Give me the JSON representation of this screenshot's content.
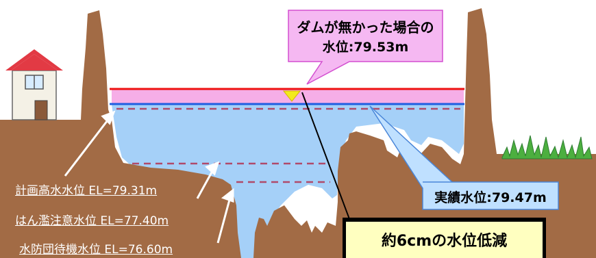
{
  "callouts": {
    "no_dam": {
      "line1": "ダムが無かった場合の",
      "line2_prefix": "水位",
      "line2_value": ":79.53m",
      "fill": "#f5b8f2",
      "border": "#d34fd0"
    },
    "actual": {
      "prefix": "実績水位",
      "value": ":79.47m",
      "fill": "#bfe0ff",
      "border": "#4a86d8"
    },
    "reduction": {
      "text": "約6cmの水位低減",
      "fill": "#ffffc0",
      "border": "#000000"
    }
  },
  "levels": {
    "planned_high": "計画高水水位 EL=79.31m",
    "flood_caution": "はん濫注意水位 EL=77.40m",
    "flood_standby": "水防団待機水位 EL=76.60m"
  },
  "colors": {
    "terrain": "#a26b45",
    "water": "#a5d0f8",
    "no_dam_line": "#ee1111",
    "no_dam_band": "#f6aee7",
    "actual_line": "#1f5fe0",
    "dashed_line": "#b04a6a",
    "grass": "#4caf3f",
    "house_roof": "#e23a44",
    "house_wall": "#f4f1e6",
    "house_door": "#8a5a3a"
  },
  "icons": [
    "house-icon",
    "grass-icon",
    "water-level-marker-icon",
    "arrow-icon"
  ]
}
